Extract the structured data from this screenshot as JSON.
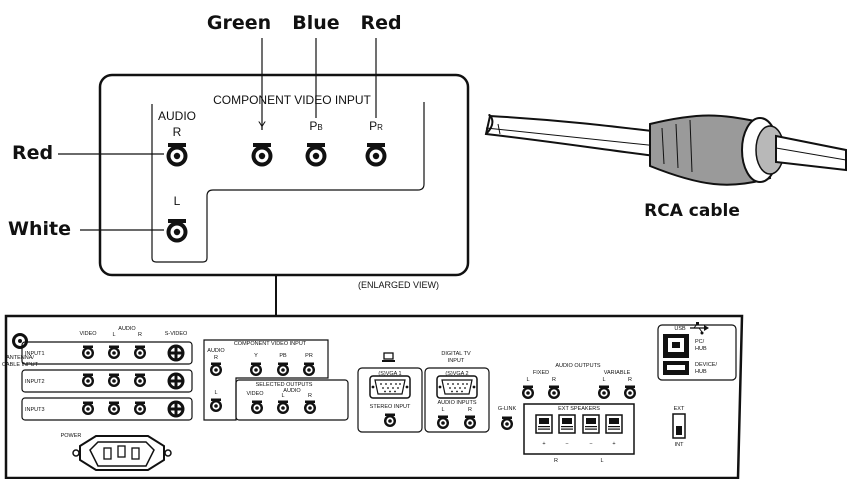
{
  "colors": {
    "ink": "#111111",
    "paper": "#ffffff",
    "cable_gray": "#9a9a9a"
  },
  "callouts": {
    "top": [
      {
        "text": "Green",
        "jack": "y"
      },
      {
        "text": "Blue",
        "jack": "pb"
      },
      {
        "text": "Red",
        "jack": "pr"
      }
    ],
    "left_red": "Red",
    "left_white": "White",
    "rca_cable": "RCA cable",
    "enlarged_view": "(ENLARGED VIEW)"
  },
  "enlarged": {
    "title": "COMPONENT VIDEO INPUT",
    "audio": "AUDIO",
    "r": "R",
    "l": "L",
    "y": "Y",
    "pb_main": "P",
    "pb_sub": "B",
    "pr_main": "P",
    "pr_sub": "R"
  },
  "panel": {
    "antenna": [
      "ANTENNA/",
      "CABLE INPUT"
    ],
    "input_header": {
      "video": "VIDEO",
      "audio": "AUDIO",
      "l": "L",
      "r": "R",
      "svideo": "S-VIDEO"
    },
    "inputs": [
      "INPUT1",
      "INPUT2",
      "INPUT3"
    ],
    "power": "POWER",
    "component": {
      "title": "COMPONENT VIDEO INPUT",
      "audio": "AUDIO",
      "r": "R",
      "l": "L",
      "y": "Y",
      "pb": "PB",
      "pr": "PR"
    },
    "selected_outputs": {
      "title": "SELECTED OUTPUTS",
      "video": "VIDEO",
      "audio": "AUDIO",
      "l": "L",
      "r": "R"
    },
    "svga1": "(S)VGA 1",
    "stereo_input": "STEREO INPUT",
    "digital_tv": [
      "DIGITAL TV",
      "INPUT"
    ],
    "svga2": "(S)VGA 2",
    "audio_inputs": {
      "title": "AUDIO INPUTS",
      "l": "L",
      "r": "R"
    },
    "glink": "G-LINK",
    "audio_outputs": {
      "title": "AUDIO OUTPUTS",
      "fixed": "FIXED",
      "variable": "VARIABLE",
      "l": "L",
      "r": "R"
    },
    "ext_speakers": {
      "title": "EXT SPEAKERS",
      "plus": "+",
      "minus": "−",
      "r": "R",
      "l": "L"
    },
    "usb": {
      "label": "USB",
      "pc": [
        "PC/",
        "HUB"
      ],
      "device": [
        "DEVICE/",
        "HUB"
      ]
    },
    "ext_switch": {
      "ext": "EXT",
      "int": "INT"
    }
  }
}
